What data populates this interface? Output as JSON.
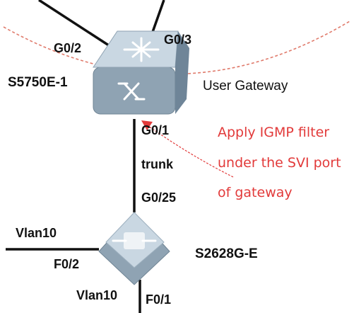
{
  "diagram": {
    "core_switch": {
      "name": "S5750E-1",
      "role": "User Gateway",
      "ports": {
        "top_left": "G0/2",
        "top_right": "G0/3",
        "down": "G0/1"
      }
    },
    "link": {
      "label": "trunk"
    },
    "access_switch": {
      "name": "S2628G-E",
      "ports": {
        "up": "G0/25",
        "left": "F0/2",
        "down": "F0/1"
      },
      "vlans": {
        "left": "Vlan10",
        "down": "Vlan10"
      }
    },
    "annotation": {
      "lines": [
        "Apply IGMP filter",
        "under the SVI port",
        "of gateway"
      ]
    },
    "colors": {
      "annotation": "#e23a3a",
      "dashed_circle": "#e07b6c",
      "device_body": "#9fb2c1",
      "device_top": "#c9d7e2",
      "line": "#111111"
    },
    "icons": {
      "core_switch": "layer3-switch-icon",
      "access_switch": "layer2-switch-icon"
    }
  }
}
